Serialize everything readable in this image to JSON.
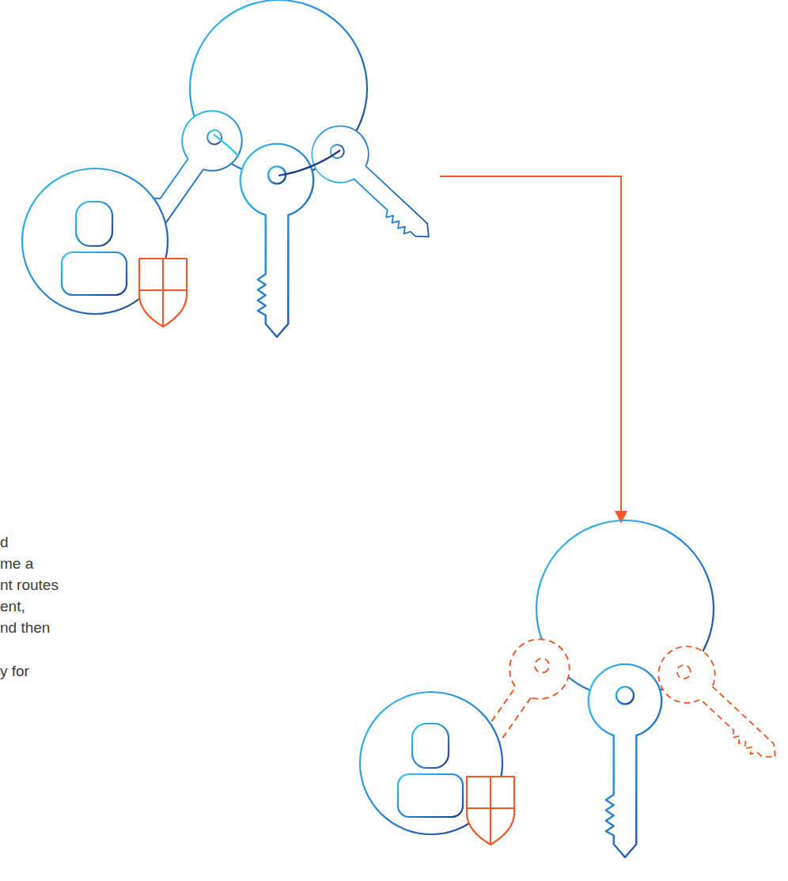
{
  "diagram": {
    "labels": [
      "d",
      "me a",
      "nt routes",
      "ent,",
      "nd then",
      "y for"
    ]
  }
}
